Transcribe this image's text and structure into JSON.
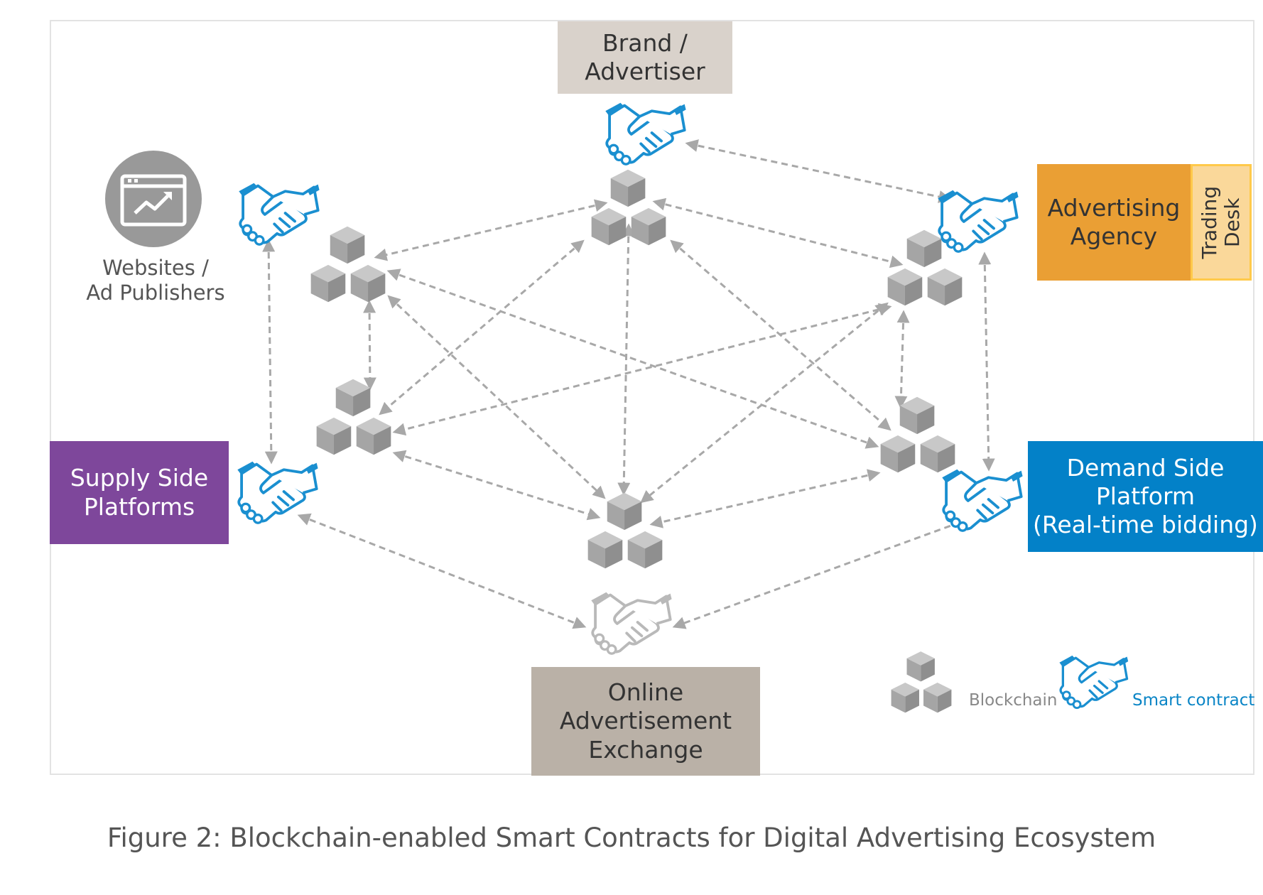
{
  "nodes": {
    "brand": "Brand /\nAdvertiser",
    "agency": "Advertising\nAgency",
    "trading_desk": "Trading\nDesk",
    "publishers": "Websites /\nAd Publishers",
    "ssp": "Supply Side\nPlatforms",
    "dsp": "Demand Side\nPlatform\n(Real-time bidding)",
    "exchange": "Online\nAdvertisement\nExchange"
  },
  "legend": {
    "blockchain": "Blockchain",
    "smart_contract": "Smart contract"
  },
  "caption": "Figure 2: Blockchain-enabled Smart Contracts for Digital Advertising Ecosystem",
  "icons": {
    "blockchain": "blockchain-icon",
    "smart_contract": "handshake-icon",
    "publisher": "website-chart-icon"
  },
  "colors": {
    "brand": "#d9d2cb",
    "agency": "#ea9f34",
    "trading_desk": "#fad89a",
    "ssp": "#7e479b",
    "dsp": "#0381c8",
    "exchange": "#bab1a7",
    "blockchain_gray": "#a6a6a6",
    "smart_contract_blue": "#1a8fd0",
    "connector_gray": "#a8a8a8"
  }
}
